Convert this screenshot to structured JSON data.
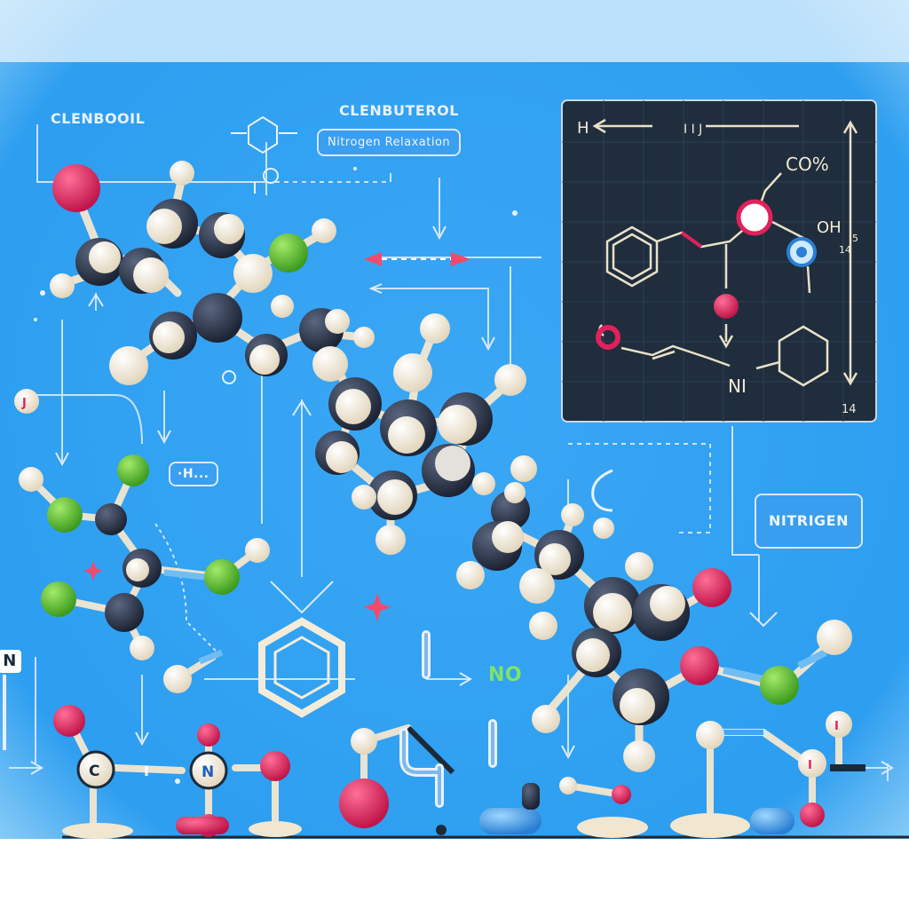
{
  "labels": {
    "clenboil": "CLENBOOIL",
    "clenbuterol": "CLENBUTEROL",
    "nitrogen_relaxation": "Nitrogen Relaxation",
    "h_dots": "·H...",
    "nitrigen": "NITRIGEN",
    "no": "NO",
    "small_j": "J",
    "edge_n": "N"
  },
  "panel": {
    "h_label": "H",
    "top_label": "I I J",
    "co_label": "CO%",
    "oh_label": "OH",
    "oh_sub": "5",
    "n_label": "NI",
    "num_label": "14",
    "tick": "14"
  },
  "atoms": {
    "c": "C",
    "n": "N",
    "i1": "I",
    "i2": "I",
    "i3": "I"
  },
  "colors": {
    "background": "#2f9ef0",
    "panel": "#1f2d3d",
    "carbon": "#2a3345",
    "hydrogen": "#f3ead8",
    "oxygen": "#e0215a",
    "chlorine": "#5fc12f",
    "nitrogen_blue": "#4aa3f0",
    "accent_green": "#7ee36a"
  }
}
